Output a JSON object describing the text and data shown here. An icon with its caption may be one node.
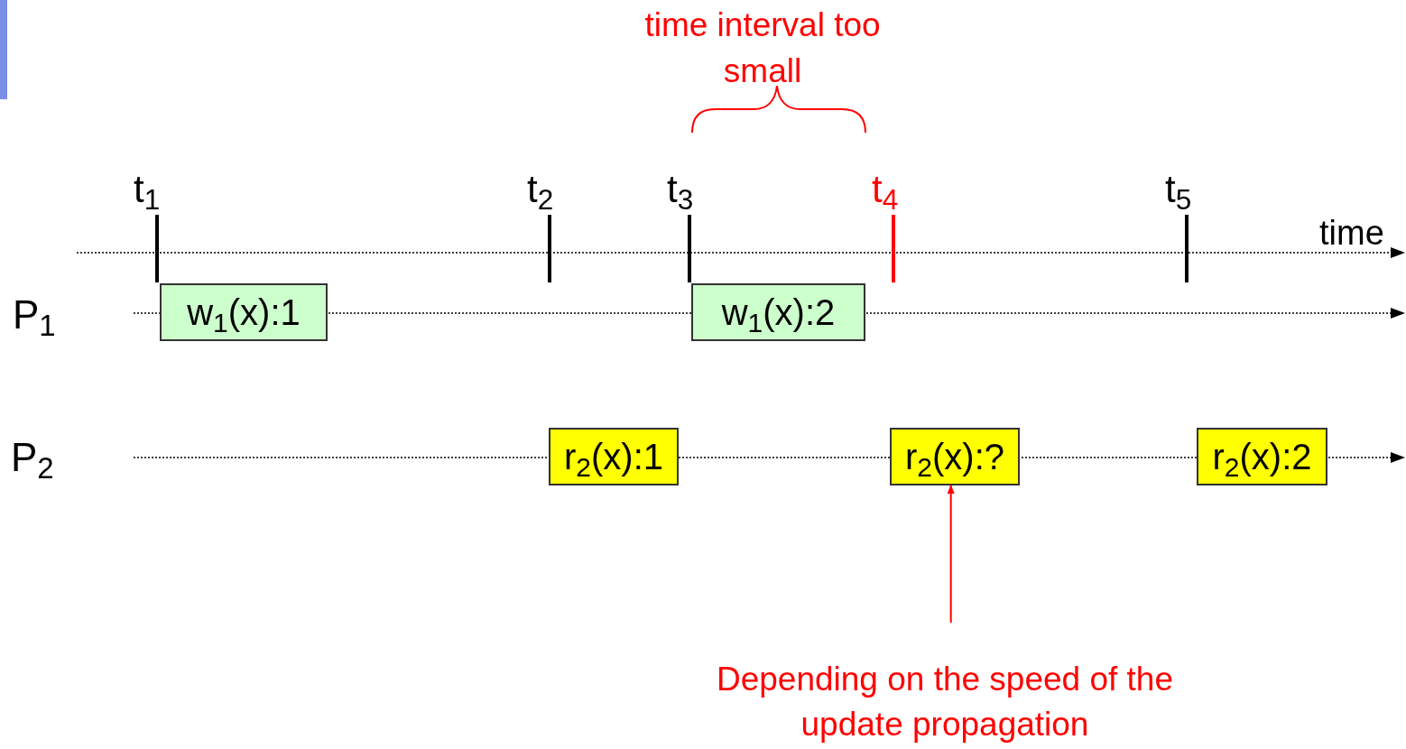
{
  "diagram": {
    "nodes": [
      {
        "text": [
          "w$_{1}$(x):1"
        ]
      },
      {
        "text": [
          "w$_{1}$(x):2"
        ]
      },
      {
        "text": [
          "r$_{2}$(x):1"
        ]
      },
      {
        "text": [
          "r$_{2}$(x):?"
        ]
      },
      {
        "text": [
          "r$_{2}$(x):2"
        ]
      },
      {
        "text": [
          "Depending on the speed of the update propagation"
        ]
      }
    ],
    "edges": [
      {
        "from": 5,
        "to": 3,
        "arrow": "to",
        "color": "#ff0000"
      }
    ],
    "labels": [
      "time interval too small",
      "t$_{1}$",
      "t$_{2}$",
      "t$_{3}$",
      "t$_{4}$",
      "t$_{5}$",
      "time",
      "P$_{1}$",
      "P$_{2}$"
    ]
  }
}
